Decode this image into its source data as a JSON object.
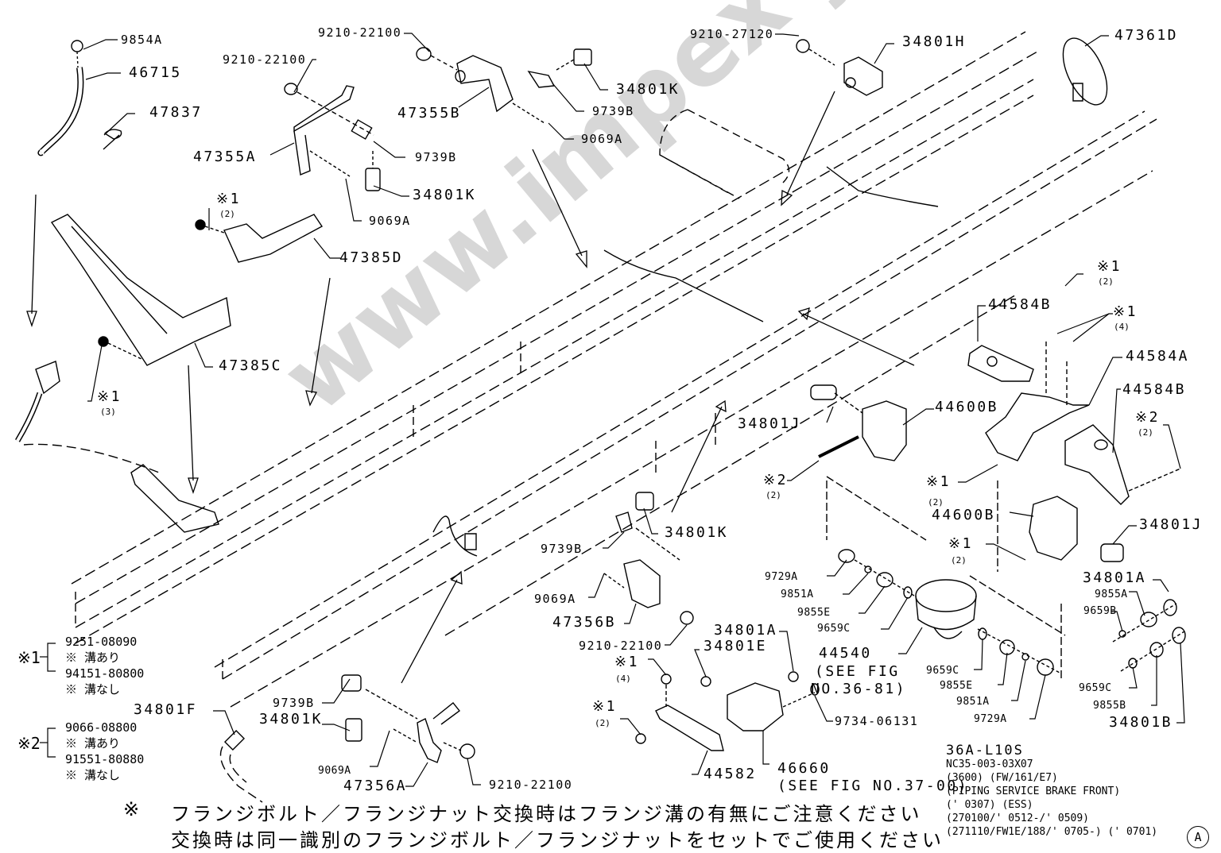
{
  "diagram": {
    "type": "exploded parts diagram",
    "code": "36A-L10S",
    "info_lines": [
      "NC35-003-03X07",
      "(3600) (FW/161/E7)",
      "(PIPING SERVICE BRAKE FRONT)",
      "(' 0307) (ESS)",
      "(270100/' 0512-/' 0509)",
      "(271110/FW1E/188/' 0705-) (' 0701)"
    ],
    "revision_mark": "A",
    "watermark": "www.impex-jp.com"
  },
  "part_labels": {
    "p9854A": "9854A",
    "p46715": "46715",
    "p47837": "47837",
    "p9210_22100_a": "9210-22100",
    "p9210_22100_b": "9210-22100",
    "p47355A": "47355A",
    "p9739B_a": "9739B",
    "p34801K_a": "34801K",
    "p9069A_a": "9069A",
    "p47355B": "47355B",
    "p9739B_b": "9739B",
    "p34801K_b": "34801K",
    "p9069A_b": "9069A",
    "p9210_27120": "9210-27120",
    "p34801H": "34801H",
    "p47361D": "47361D",
    "p47385D": "47385D",
    "p47385C": "47385C",
    "p44584B_a": "44584B",
    "p44584A": "44584A",
    "p44584B_b": "44584B",
    "p44600B_a": "44600B",
    "p44600B_b": "44600B",
    "p34801J_a": "34801J",
    "p34801J_b": "34801J",
    "p34801K_c": "34801K",
    "p9739B_c": "9739B",
    "p9069A_c": "9069A",
    "p47356B": "47356B",
    "p9210_22100_c": "9210-22100",
    "p34801A_a": "34801A",
    "p34801E": "34801E",
    "p9734_06131": "9734-06131",
    "p44582": "44582",
    "p46660": "46660",
    "p46660_ref": "(SEE FIG NO.37-00)",
    "p9729A_a": "9729A",
    "p9851A_a": "9851A",
    "p9855E_a": "9855E",
    "p9659C_a": "9659C",
    "p44540": "44540",
    "p44540_ref1": "(SEE FIG",
    "p44540_ref2": "NO.36-81)",
    "p9659C_b": "9659C",
    "p9855E_b": "9855E",
    "p9851A_b": "9851A",
    "p9729A_b": "9729A",
    "p34801A_b": "34801A",
    "p9855A": "9855A",
    "p9659B": "9659B",
    "p9659C_c": "9659C",
    "p9855B": "9855B",
    "p34801B": "34801B",
    "p34801F": "34801F",
    "p9739B_d": "9739B",
    "p34801K_d": "34801K",
    "p9069A_d": "9069A",
    "p47356A": "47356A",
    "p9210_22100_d": "9210-22100"
  },
  "ref_marks": {
    "m1_2_top": {
      "mark": "※1",
      "qty": "(2)"
    },
    "m1_3": {
      "mark": "※1",
      "qty": "(3)"
    },
    "m1_2_right": {
      "mark": "※1",
      "qty": "(2)"
    },
    "m1_4_right": {
      "mark": "※1",
      "qty": "(4)"
    },
    "m2_2_right": {
      "mark": "※2",
      "qty": "(2)"
    },
    "m2_2_mid": {
      "mark": "※2",
      "qty": "(2)"
    },
    "m1_2_mid": {
      "mark": "※1",
      "qty": "(2)"
    },
    "m1_2_lower": {
      "mark": "※1",
      "qty": "(2)"
    },
    "m1_4_bottom": {
      "mark": "※1",
      "qty": "(4)"
    },
    "m1_2_bottom": {
      "mark": "※1",
      "qty": "(2)"
    }
  },
  "legend": {
    "note1": {
      "mark": "※1",
      "with_groove_part": "9251-08090",
      "with_groove_text": "※  溝あり",
      "without_groove_part": "94151-80800",
      "without_groove_text": "※  溝なし"
    },
    "note2": {
      "mark": "※2",
      "with_groove_part": "9066-08800",
      "with_groove_text": "※  溝あり",
      "without_groove_part": "91551-80880",
      "without_groove_text": "※  溝なし"
    }
  },
  "footer": {
    "mark": "※",
    "line1": "フランジボルト／フランジナット交換時はフランジ溝の有無にご注意ください",
    "line2": "交換時は同一識別のフランジボルト／フランジナットをセットでご使用ください"
  }
}
